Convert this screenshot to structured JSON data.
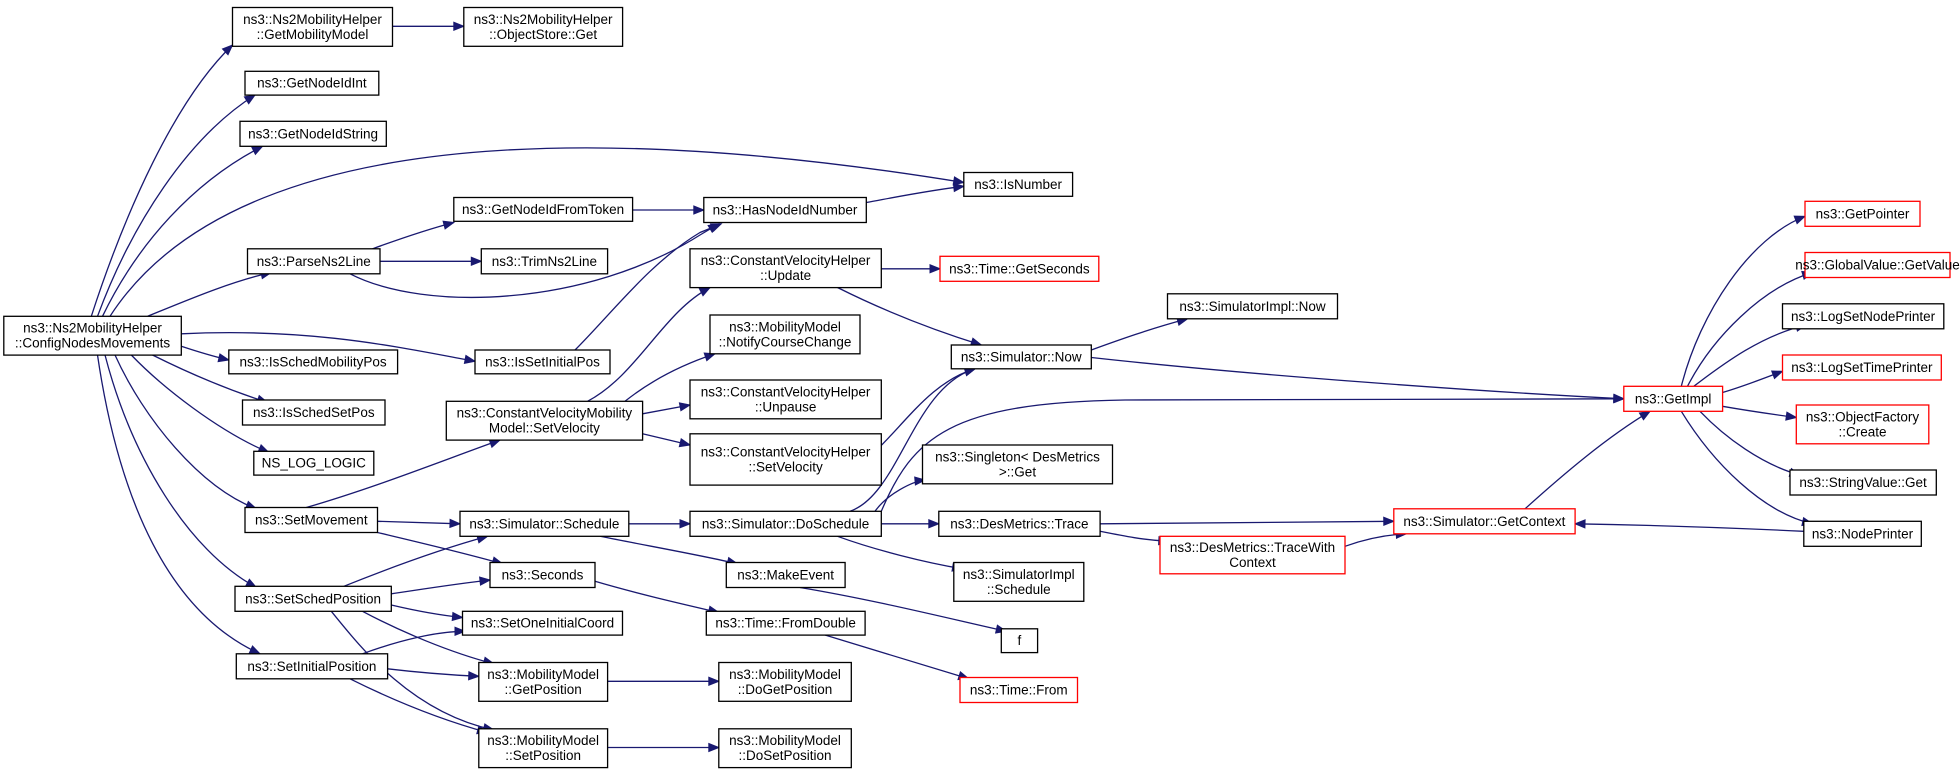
{
  "colors": {
    "edge": "#191970",
    "border_normal": "#000000",
    "border_truncated": "#ff0000",
    "root_fill": "#bfbfbf",
    "node_fill": "#ffffff"
  },
  "nodes": [
    {
      "id": "root",
      "lines": [
        "ns3::Ns2MobilityHelper",
        "::ConfigNodesMovements"
      ],
      "style": "root"
    },
    {
      "id": "getMobilityModel",
      "lines": [
        "ns3::Ns2MobilityHelper",
        "::GetMobilityModel"
      ],
      "style": "normal"
    },
    {
      "id": "objectStoreGet",
      "lines": [
        "ns3::Ns2MobilityHelper",
        "::ObjectStore::Get"
      ],
      "style": "normal"
    },
    {
      "id": "getNodeIdInt",
      "lines": [
        "ns3::GetNodeIdInt"
      ],
      "style": "normal"
    },
    {
      "id": "getNodeIdString",
      "lines": [
        "ns3::GetNodeIdString"
      ],
      "style": "normal"
    },
    {
      "id": "isNumber",
      "lines": [
        "ns3::IsNumber"
      ],
      "style": "normal"
    },
    {
      "id": "getNodeIdFromToken",
      "lines": [
        "ns3::GetNodeIdFromToken"
      ],
      "style": "normal"
    },
    {
      "id": "hasNodeIdNumber",
      "lines": [
        "ns3::HasNodeIdNumber"
      ],
      "style": "normal"
    },
    {
      "id": "parseNs2Line",
      "lines": [
        "ns3::ParseNs2Line"
      ],
      "style": "normal"
    },
    {
      "id": "trimNs2Line",
      "lines": [
        "ns3::TrimNs2Line"
      ],
      "style": "normal"
    },
    {
      "id": "cvhUpdate",
      "lines": [
        "ns3::ConstantVelocityHelper",
        "::Update"
      ],
      "style": "normal"
    },
    {
      "id": "timeGetSeconds",
      "lines": [
        "ns3::Time::GetSeconds"
      ],
      "style": "truncated"
    },
    {
      "id": "mmNotify",
      "lines": [
        "ns3::MobilityModel",
        "::NotifyCourseChange"
      ],
      "style": "normal"
    },
    {
      "id": "simImplNow",
      "lines": [
        "ns3::SimulatorImpl::Now"
      ],
      "style": "normal"
    },
    {
      "id": "isSetInitialPos",
      "lines": [
        "ns3::IsSetInitialPos"
      ],
      "style": "normal"
    },
    {
      "id": "simNow",
      "lines": [
        "ns3::Simulator::Now"
      ],
      "style": "normal"
    },
    {
      "id": "isSchedMobilityPos",
      "lines": [
        "ns3::IsSchedMobilityPos"
      ],
      "style": "normal"
    },
    {
      "id": "isSchedSetPos",
      "lines": [
        "ns3::IsSchedSetPos"
      ],
      "style": "normal"
    },
    {
      "id": "cvmSetVelocity",
      "lines": [
        "ns3::ConstantVelocityMobility",
        "Model::SetVelocity"
      ],
      "style": "normal"
    },
    {
      "id": "cvhUnpause",
      "lines": [
        "ns3::ConstantVelocityHelper",
        "::Unpause"
      ],
      "style": "normal"
    },
    {
      "id": "cvhSetVelocity",
      "lines": [
        "ns3::ConstantVelocityHelper",
        "::SetVelocity"
      ],
      "style": "normal"
    },
    {
      "id": "nsLogLogic",
      "lines": [
        "NS_LOG_LOGIC"
      ],
      "style": "normal"
    },
    {
      "id": "singletonGet",
      "lines": [
        "ns3::Singleton< DesMetrics",
        ">::Get"
      ],
      "style": "normal"
    },
    {
      "id": "setMovement",
      "lines": [
        "ns3::SetMovement"
      ],
      "style": "normal"
    },
    {
      "id": "simSchedule",
      "lines": [
        "ns3::Simulator::Schedule"
      ],
      "style": "normal"
    },
    {
      "id": "simDoSchedule",
      "lines": [
        "ns3::Simulator::DoSchedule"
      ],
      "style": "normal"
    },
    {
      "id": "desTrace",
      "lines": [
        "ns3::DesMetrics::Trace"
      ],
      "style": "normal"
    },
    {
      "id": "desTraceWithContext",
      "lines": [
        "ns3::DesMetrics::TraceWith",
        "Context"
      ],
      "style": "truncated"
    },
    {
      "id": "simGetContext",
      "lines": [
        "ns3::Simulator::GetContext"
      ],
      "style": "truncated"
    },
    {
      "id": "simImplSchedule",
      "lines": [
        "ns3::SimulatorImpl",
        "::Schedule"
      ],
      "style": "normal"
    },
    {
      "id": "seconds",
      "lines": [
        "ns3::Seconds"
      ],
      "style": "normal"
    },
    {
      "id": "makeEvent",
      "lines": [
        "ns3::MakeEvent"
      ],
      "style": "normal"
    },
    {
      "id": "setSchedPosition",
      "lines": [
        "ns3::SetSchedPosition"
      ],
      "style": "normal"
    },
    {
      "id": "timeFromDouble",
      "lines": [
        "ns3::Time::FromDouble"
      ],
      "style": "normal"
    },
    {
      "id": "setOneInitialCoord",
      "lines": [
        "ns3::SetOneInitialCoord"
      ],
      "style": "normal"
    },
    {
      "id": "f",
      "lines": [
        "f"
      ],
      "style": "normal"
    },
    {
      "id": "setInitialPosition",
      "lines": [
        "ns3::SetInitialPosition"
      ],
      "style": "normal"
    },
    {
      "id": "mmGetPosition",
      "lines": [
        "ns3::MobilityModel",
        "::GetPosition"
      ],
      "style": "normal"
    },
    {
      "id": "mmDoGetPosition",
      "lines": [
        "ns3::MobilityModel",
        "::DoGetPosition"
      ],
      "style": "normal"
    },
    {
      "id": "timeFrom",
      "lines": [
        "ns3::Time::From"
      ],
      "style": "truncated"
    },
    {
      "id": "mmSetPosition",
      "lines": [
        "ns3::MobilityModel",
        "::SetPosition"
      ],
      "style": "normal"
    },
    {
      "id": "mmDoSetPosition",
      "lines": [
        "ns3::MobilityModel",
        "::DoSetPosition"
      ],
      "style": "normal"
    },
    {
      "id": "getImpl",
      "lines": [
        "ns3::GetImpl"
      ],
      "style": "truncated"
    },
    {
      "id": "getPointer",
      "lines": [
        "ns3::GetPointer"
      ],
      "style": "truncated"
    },
    {
      "id": "globalValueGetValue",
      "lines": [
        "ns3::GlobalValue::GetValue"
      ],
      "style": "truncated"
    },
    {
      "id": "logSetNodePrinter",
      "lines": [
        "ns3::LogSetNodePrinter"
      ],
      "style": "normal"
    },
    {
      "id": "logSetTimePrinter",
      "lines": [
        "ns3::LogSetTimePrinter"
      ],
      "style": "truncated"
    },
    {
      "id": "objectFactoryCreate",
      "lines": [
        "ns3::ObjectFactory",
        "::Create"
      ],
      "style": "truncated"
    },
    {
      "id": "stringValueGet",
      "lines": [
        "ns3::StringValue::Get"
      ],
      "style": "normal"
    },
    {
      "id": "nodePrinter",
      "lines": [
        "ns3::NodePrinter"
      ],
      "style": "normal"
    }
  ]
}
